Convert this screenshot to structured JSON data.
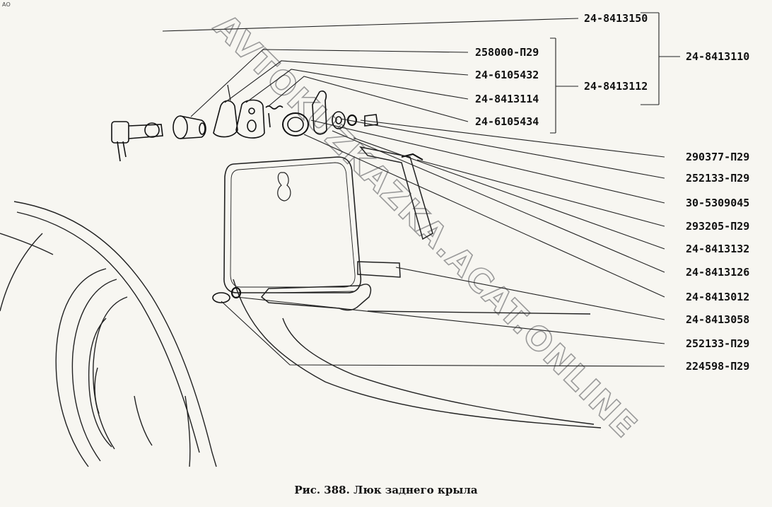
{
  "corner_mark": "АО",
  "watermark": "AVTOKUZKAZKA.ACAT.ONLINE",
  "caption": "Рис. 388. Люк заднего крыла",
  "labels": {
    "p24_8413150": "24-8413150",
    "p258000_p29": "258000-П29",
    "p24_6105432": "24-6105432",
    "p24_8413114": "24-8413114",
    "p24_6105434": "24-6105434",
    "p24_8413112": "24-8413112",
    "p24_8413110": "24-8413110",
    "p290377_p29": "290377-П29",
    "p252133_p29_a": "252133-П29",
    "p30_5309045": "30-5309045",
    "p293205_p29": "293205-П29",
    "p24_8413132": "24-8413132",
    "p24_8413126": "24-8413126",
    "p24_8413012": "24-8413012",
    "p24_8413058": "24-8413058",
    "p252133_p29_b": "252133-П29",
    "p224598_p29": "224598-П29"
  }
}
